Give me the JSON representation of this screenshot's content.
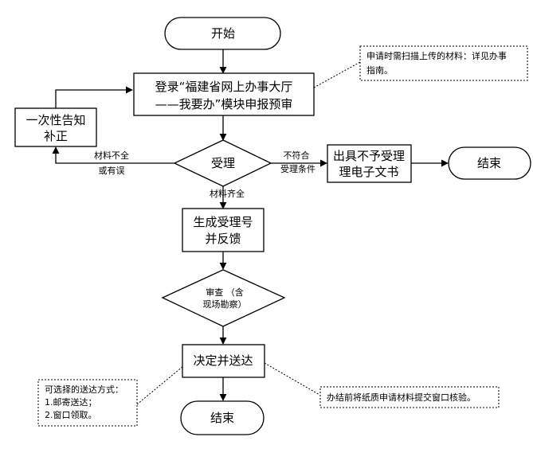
{
  "nodes": {
    "start": "开始",
    "submit_line1": "登录“福建省网上办事大厅",
    "submit_line2": "——我要办”模块申报预审",
    "notify_line1": "一次性告知",
    "notify_line2": "补正",
    "accept": "受理",
    "reject_line1": "出具不予受理",
    "reject_line2": "理电子文书",
    "end_right": "结束",
    "generate_line1": "生成受理号",
    "generate_line2": "并反馈",
    "review_line1": "审查 （含",
    "review_line2": "现场勘察）",
    "decide": "决定并送达",
    "end_bottom": "结束"
  },
  "edge_labels": {
    "incomplete_line1": "材料不全",
    "incomplete_line2": "或有误",
    "not_qualified_line1": "不符合",
    "not_qualified_line2": "受理条件",
    "complete": "材料齐全"
  },
  "notes": {
    "scan_line1": "申请时需扫描上传的材料：详见办事",
    "scan_line2": "指南。",
    "delivery_line1": "可选择的送达方式：",
    "delivery_line2": "1.邮寄送达；",
    "delivery_line3": "2.窗口领取。",
    "paper": "办结前将纸质申请材料提交窗口核验。"
  }
}
